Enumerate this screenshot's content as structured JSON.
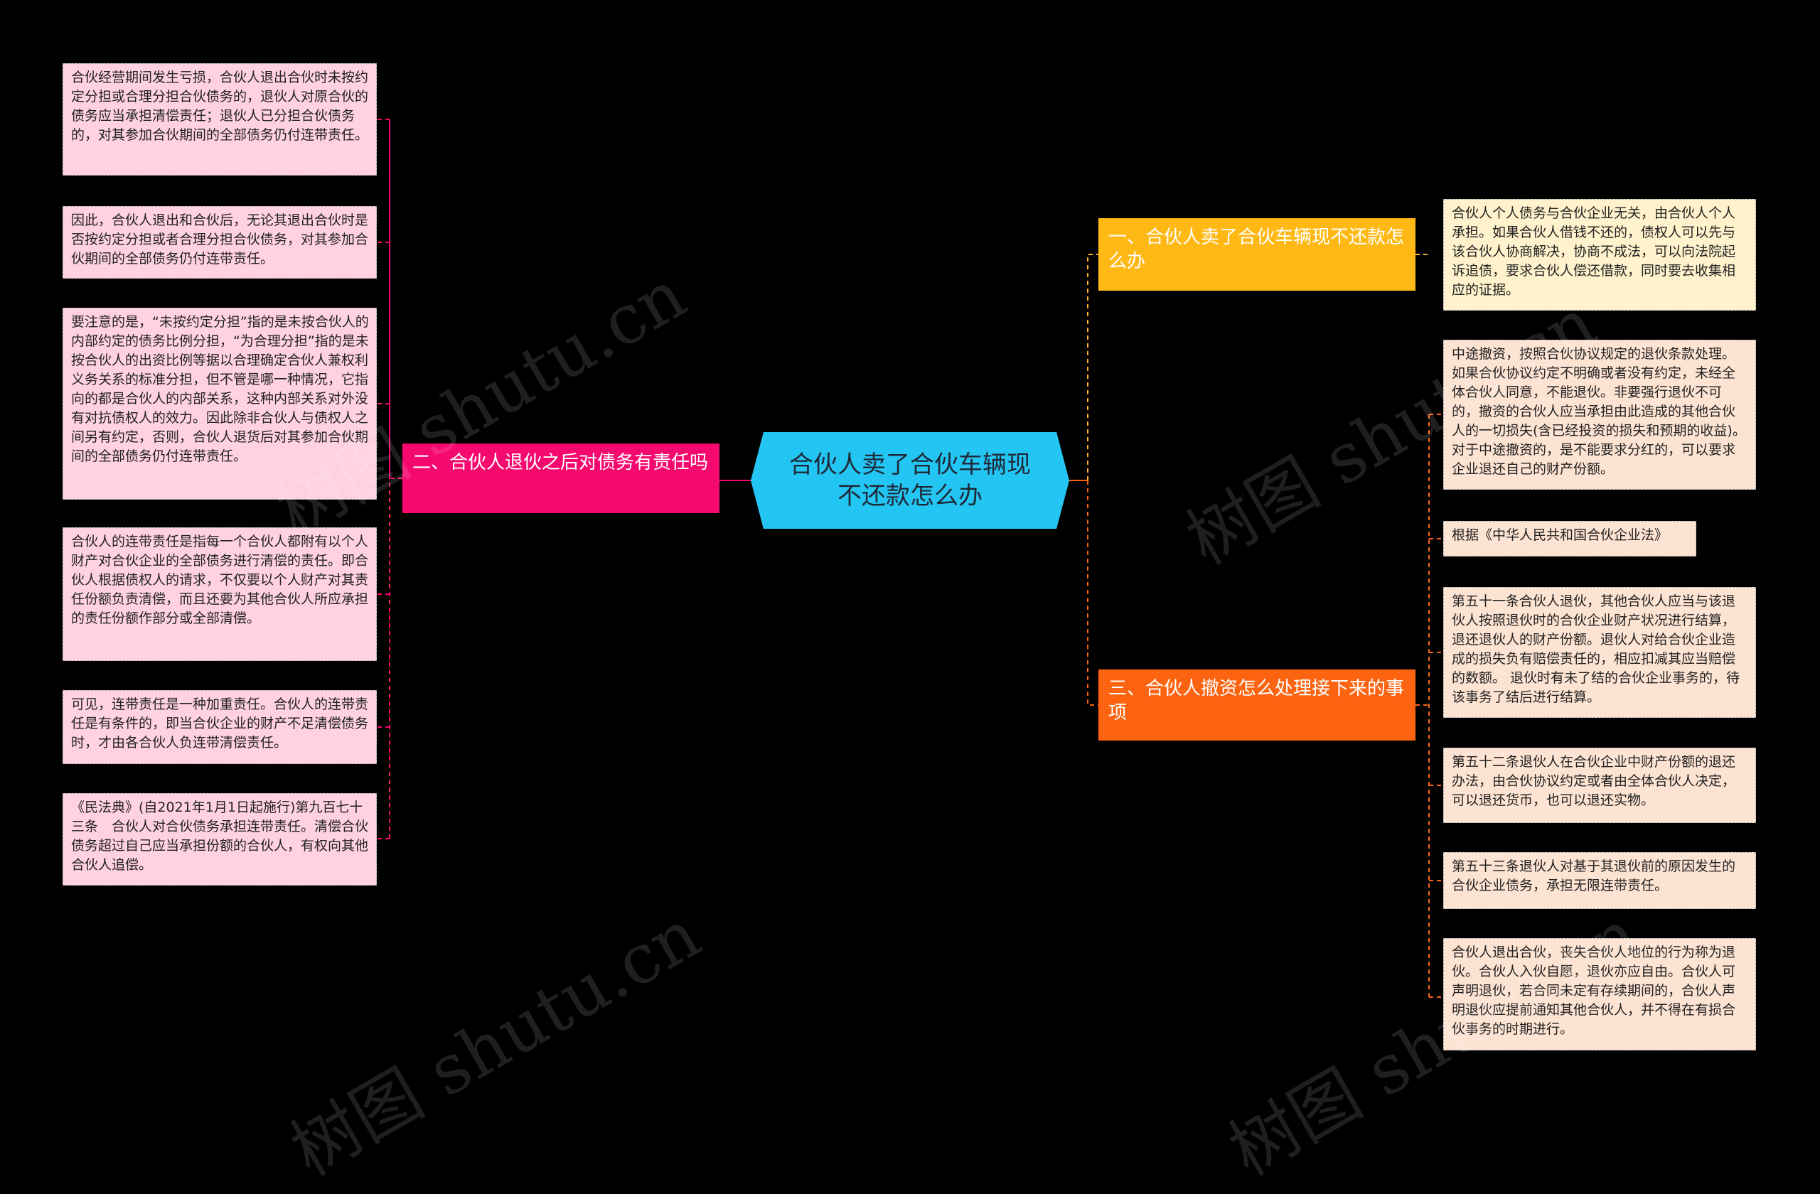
{
  "colors": {
    "background": "#000000",
    "center": "#23c5f3",
    "branch_1": "#ffb814",
    "branch_2": "#f5096e",
    "branch_3": "#fd6412",
    "leaf_pink": "#ffd1e2",
    "leaf_cream": "#fff2cc",
    "leaf_peach": "#fde3d2"
  },
  "watermark": "树图 shutu.cn",
  "center": {
    "label": "合伙人卖了合伙车辆现不还款怎么办"
  },
  "branches": [
    {
      "label": "一、合伙人卖了合伙车辆现不还款怎么办",
      "leaves": [
        "合伙人个人债务与合伙企业无关，由合伙人个人承担。如果合伙人借钱不还的，债权人可以先与该合伙人协商解决，协商不成法，可以向法院起诉追债，要求合伙人偿还借款，同时要去收集相应的证据。"
      ]
    },
    {
      "label": "二、合伙人退伙之后对债务有责任吗",
      "leaves": [
        "合伙经营期间发生亏损，合伙人退出合伙时未按约定分担或合理分担合伙债务的，退伙人对原合伙的债务应当承担清偿责任；退伙人已分担合伙债务的，对其参加合伙期间的全部债务仍付连带责任。",
        "因此，合伙人退出和合伙后，无论其退出合伙时是否按约定分担或者合理分担合伙债务，对其参加合伙期间的全部债务仍付连带责任。",
        "要注意的是，“未按约定分担”指的是未按合伙人的内部约定的债务比例分担，“为合理分担”指的是未按合伙人的出资比例等据以合理确定合伙人兼权利义务关系的标准分担，但不管是哪一种情况，它指向的都是合伙人的内部关系，这种内部关系对外没有对抗债权人的效力。因此除非合伙人与债权人之间另有约定，否则，合伙人退货后对其参加合伙期间的全部债务仍付连带责任。",
        "合伙人的连带责任是指每一个合伙人都附有以个人财产对合伙企业的全部债务进行清偿的责任。即合伙人根据债权人的请求，不仅要以个人财产对其责任份额负责清偿，而且还要为其他合伙人所应承担的责任份额作部分或全部清偿。",
        "可见，连带责任是一种加重责任。合伙人的连带责任是有条件的，即当合伙企业的财产不足清偿债务时，才由各合伙人负连带清偿责任。",
        "《民法典》(自2021年1月1日起施行)第九百七十三条　合伙人对合伙债务承担连带责任。清偿合伙债务超过自己应当承担份额的合伙人，有权向其他合伙人追偿。"
      ]
    },
    {
      "label": "三、合伙人撤资怎么处理接下来的事项",
      "leaves": [
        "中途撤资，按照合伙协议规定的退伙条款处理。如果合伙协议约定不明确或者没有约定，未经全体合伙人同意，不能退伙。非要强行退伙不可的，撤资的合伙人应当承担由此造成的其他合伙人的一切损失(含已经投资的损失和预期的收益)。对于中途撤资的，是不能要求分红的，可以要求企业退还自己的财产份额。",
        "根据《中华人民共和国合伙企业法》",
        "第五十一条合伙人退伙，其他合伙人应当与该退伙人按照退伙时的合伙企业财产状况进行结算，退还退伙人的财产份额。退伙人对给合伙企业造成的损失负有赔偿责任的，相应扣减其应当赔偿的数额。 退伙时有未了结的合伙企业事务的，待该事务了结后进行结算。",
        "第五十二条退伙人在合伙企业中财产份额的退还办法，由合伙协议约定或者由全体合伙人决定，可以退还货币，也可以退还实物。",
        "第五十三条退伙人对基于其退伙前的原因发生的合伙企业债务，承担无限连带责任。",
        "合伙人退出合伙，丧失合伙人地位的行为称为退伙。合伙人入伙自愿，退伙亦应自由。合伙人可声明退伙，若合同未定有存续期间的，合伙人声明退伙应提前通知其他合伙人，并不得在有损合伙事务的时期进行。"
      ]
    }
  ]
}
